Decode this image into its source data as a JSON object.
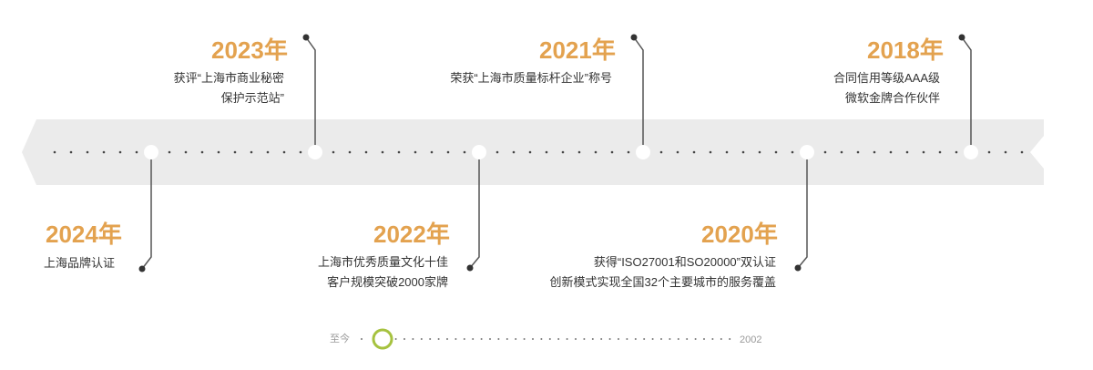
{
  "milestones": [
    {
      "year": "2024年",
      "lines": [
        "上海品牌认证"
      ]
    },
    {
      "year": "2023年",
      "lines": [
        "获评“上海市商业秘密",
        "保护示范站”"
      ]
    },
    {
      "year": "2022年",
      "lines": [
        "上海市优秀质量文化十佳",
        "客户规模突破2000家牌"
      ]
    },
    {
      "year": "2021年",
      "lines": [
        "荣获“上海市质量标杆企业”称号"
      ]
    },
    {
      "year": "2020年",
      "lines": [
        "获得“ISO27001和SO20000”双认证",
        "创新模式实现全国32个主要城市的服务覆盖"
      ]
    },
    {
      "year": "2018年",
      "lines": [
        "合同信用等级AAA级",
        "微软金牌合作伙伴"
      ]
    }
  ],
  "scrubber": {
    "start_label": "至今",
    "end_label": "2002"
  },
  "colors": {
    "accent": "#e3a24f",
    "band": "#ebebeb",
    "connector": "#555555",
    "scrub_ring": "#a6c23f"
  }
}
